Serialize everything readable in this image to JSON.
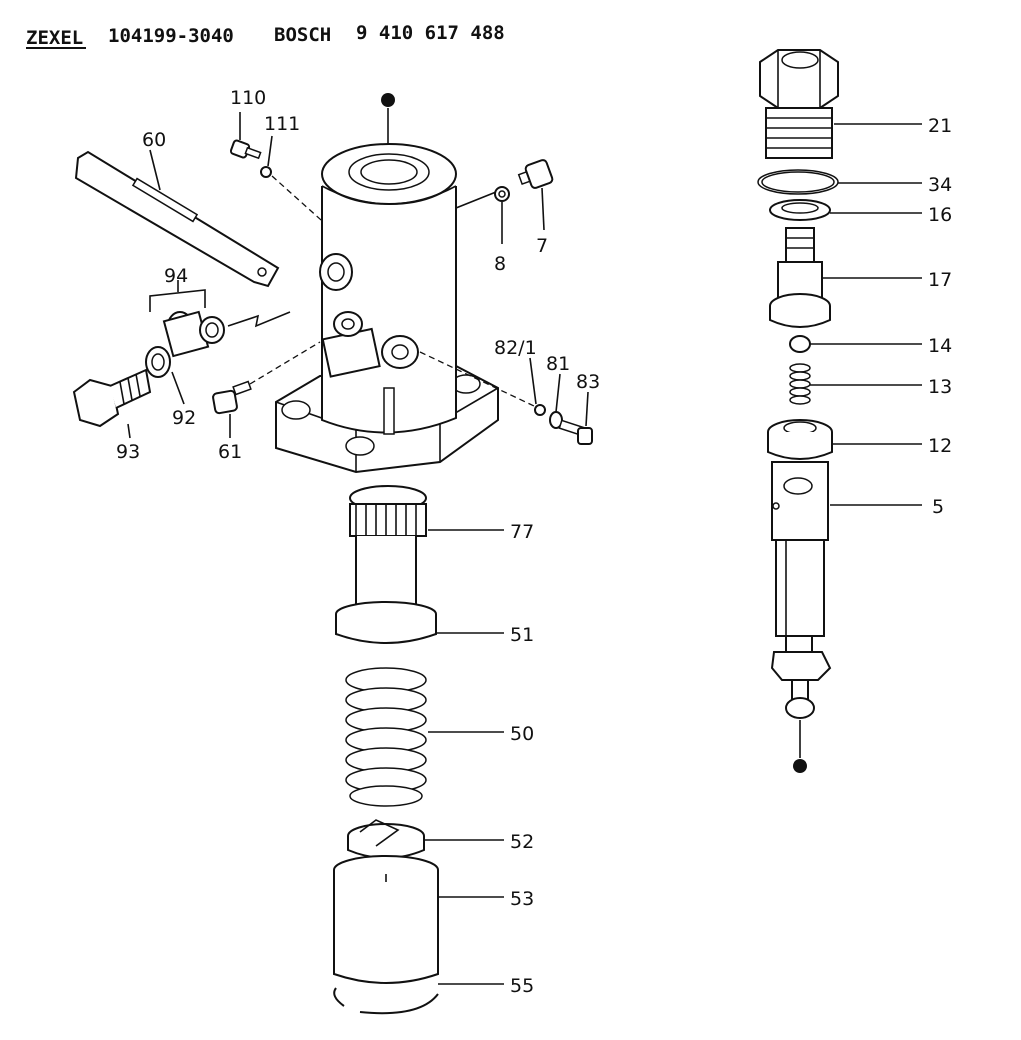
{
  "header": {
    "maker": "ZEXEL",
    "zexel_number": "104199-3040",
    "brand": "BOSCH",
    "bosch_number": "9 410 617 488"
  },
  "labels": {
    "p110": "110",
    "p111": "111",
    "p60": "60",
    "p8": "8",
    "p7": "7",
    "p94": "94",
    "p92": "92",
    "p93": "93",
    "p61": "61",
    "p82": "82/1",
    "p81": "81",
    "p83": "83",
    "p77": "77",
    "p51": "51",
    "p50": "50",
    "p52": "52",
    "p53": "53",
    "p55": "55",
    "p21": "21",
    "p34": "34",
    "p16": "16",
    "p17": "17",
    "p14": "14",
    "p13": "13",
    "p12": "12",
    "p5": "5"
  }
}
